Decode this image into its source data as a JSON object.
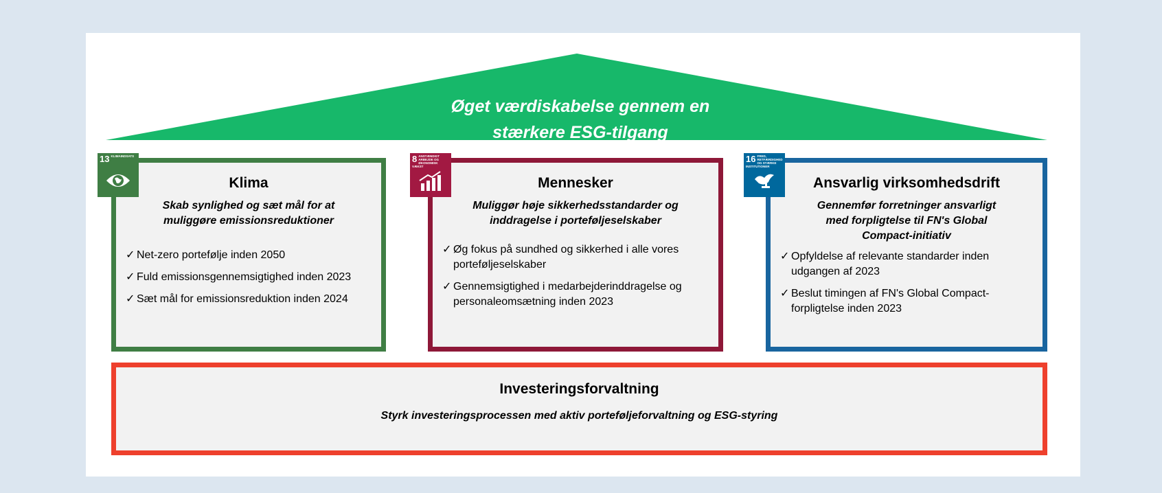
{
  "roof": {
    "line1": "Øget værdiskabelse gennem en",
    "line2": "stærkere ESG-tilgang",
    "color": "#17b86a"
  },
  "pillars": [
    {
      "sdg_number": "13",
      "sdg_label": "Klimaindsats",
      "sdg_icon": "eye-earth-icon",
      "title": "Klima",
      "subtitle_1": "Skab synlighed og sæt mål for at",
      "subtitle_2": "muliggøre emissionsreduktioner",
      "items": [
        "Net-zero portefølje inden 2050",
        "Fuld emissionsgennemsigtighed inden 2023",
        "Sæt mål for emissionsreduktion inden 2024"
      ],
      "color": "#3f7e44"
    },
    {
      "sdg_number": "8",
      "sdg_label": "Anstændigt arbejde og økonomisk vækst",
      "sdg_icon": "growth-chart-icon",
      "title": "Mennesker",
      "subtitle_1": "Muliggør høje sikkerhedsstandarder og",
      "subtitle_2": "inddragelse i porteføljeselskaber",
      "items": [
        "Øg fokus på sundhed og sikkerhed i alle vores porteføljeselskaber",
        "Gennemsigtighed i medarbejderinddragelse og personaleomsætning inden 2023"
      ],
      "color": "#8e1838"
    },
    {
      "sdg_number": "16",
      "sdg_label": "Fred, retfærdighed og stærke institutioner",
      "sdg_icon": "dove-gavel-icon",
      "title": "Ansvarlig virksomhedsdrift",
      "subtitle_1": "Gennemfør forretninger ansvarligt",
      "subtitle_2": "med forpligtelse til FN's Global",
      "subtitle_3": "Compact-initiativ",
      "items": [
        "Opfyldelse af relevante standarder inden udgangen af 2023",
        "Beslut timingen af FN's Global Compact-forpligtelse inden 2023"
      ],
      "color": "#19659f"
    }
  ],
  "foundation": {
    "title": "Investeringsforvaltning",
    "subtitle": "Styrk investeringsprocessen med aktiv porteføljeforvaltning og ESG-styring",
    "color": "#ee402d"
  }
}
